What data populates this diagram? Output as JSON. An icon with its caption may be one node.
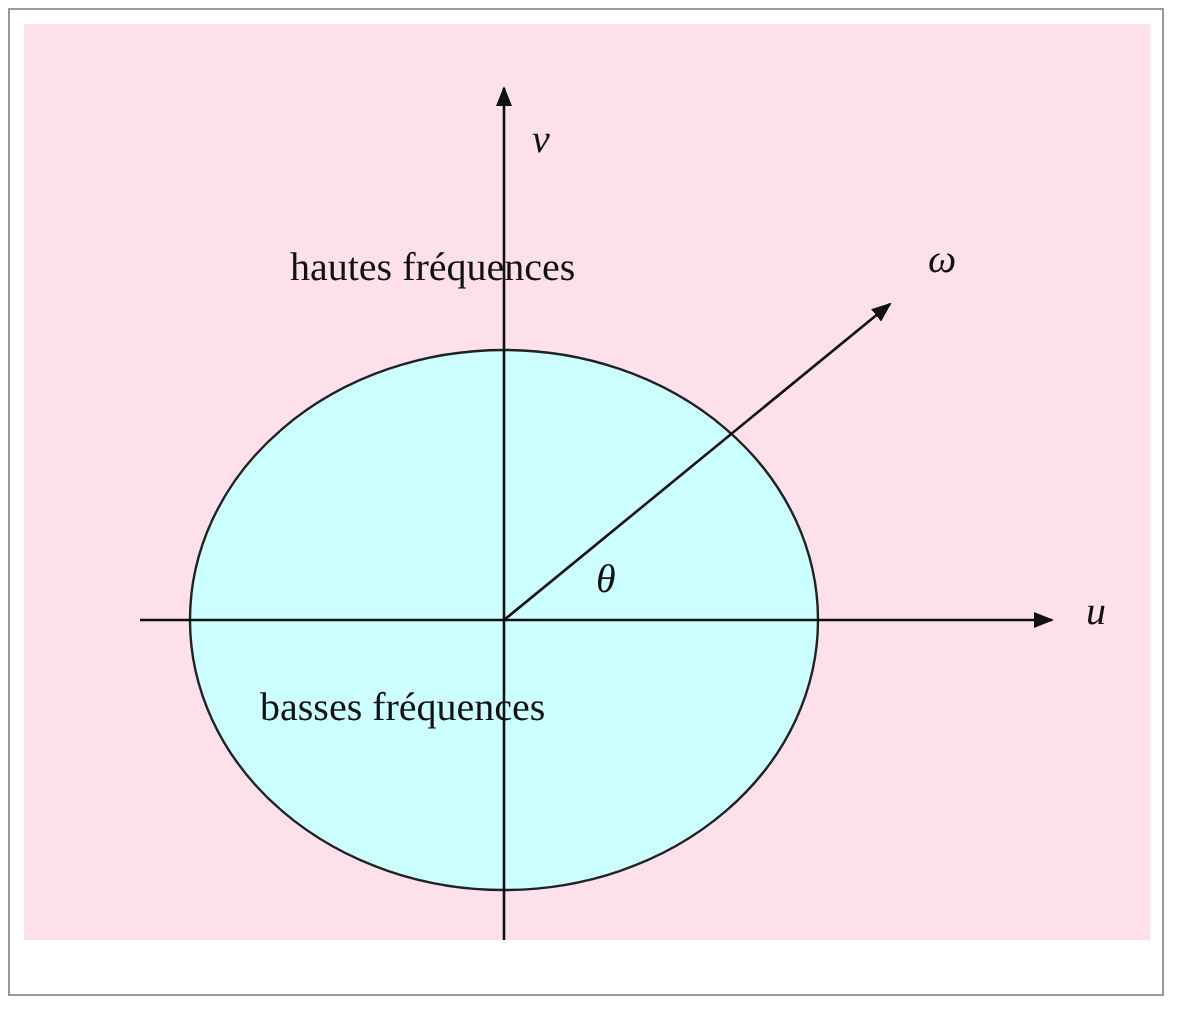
{
  "diagram": {
    "nodes": [
      {
        "text": [
          "basses fréquences"
        ]
      }
    ],
    "labels": [
      "v",
      "hautes fréquences",
      "ω",
      "θ",
      "u"
    ]
  }
}
